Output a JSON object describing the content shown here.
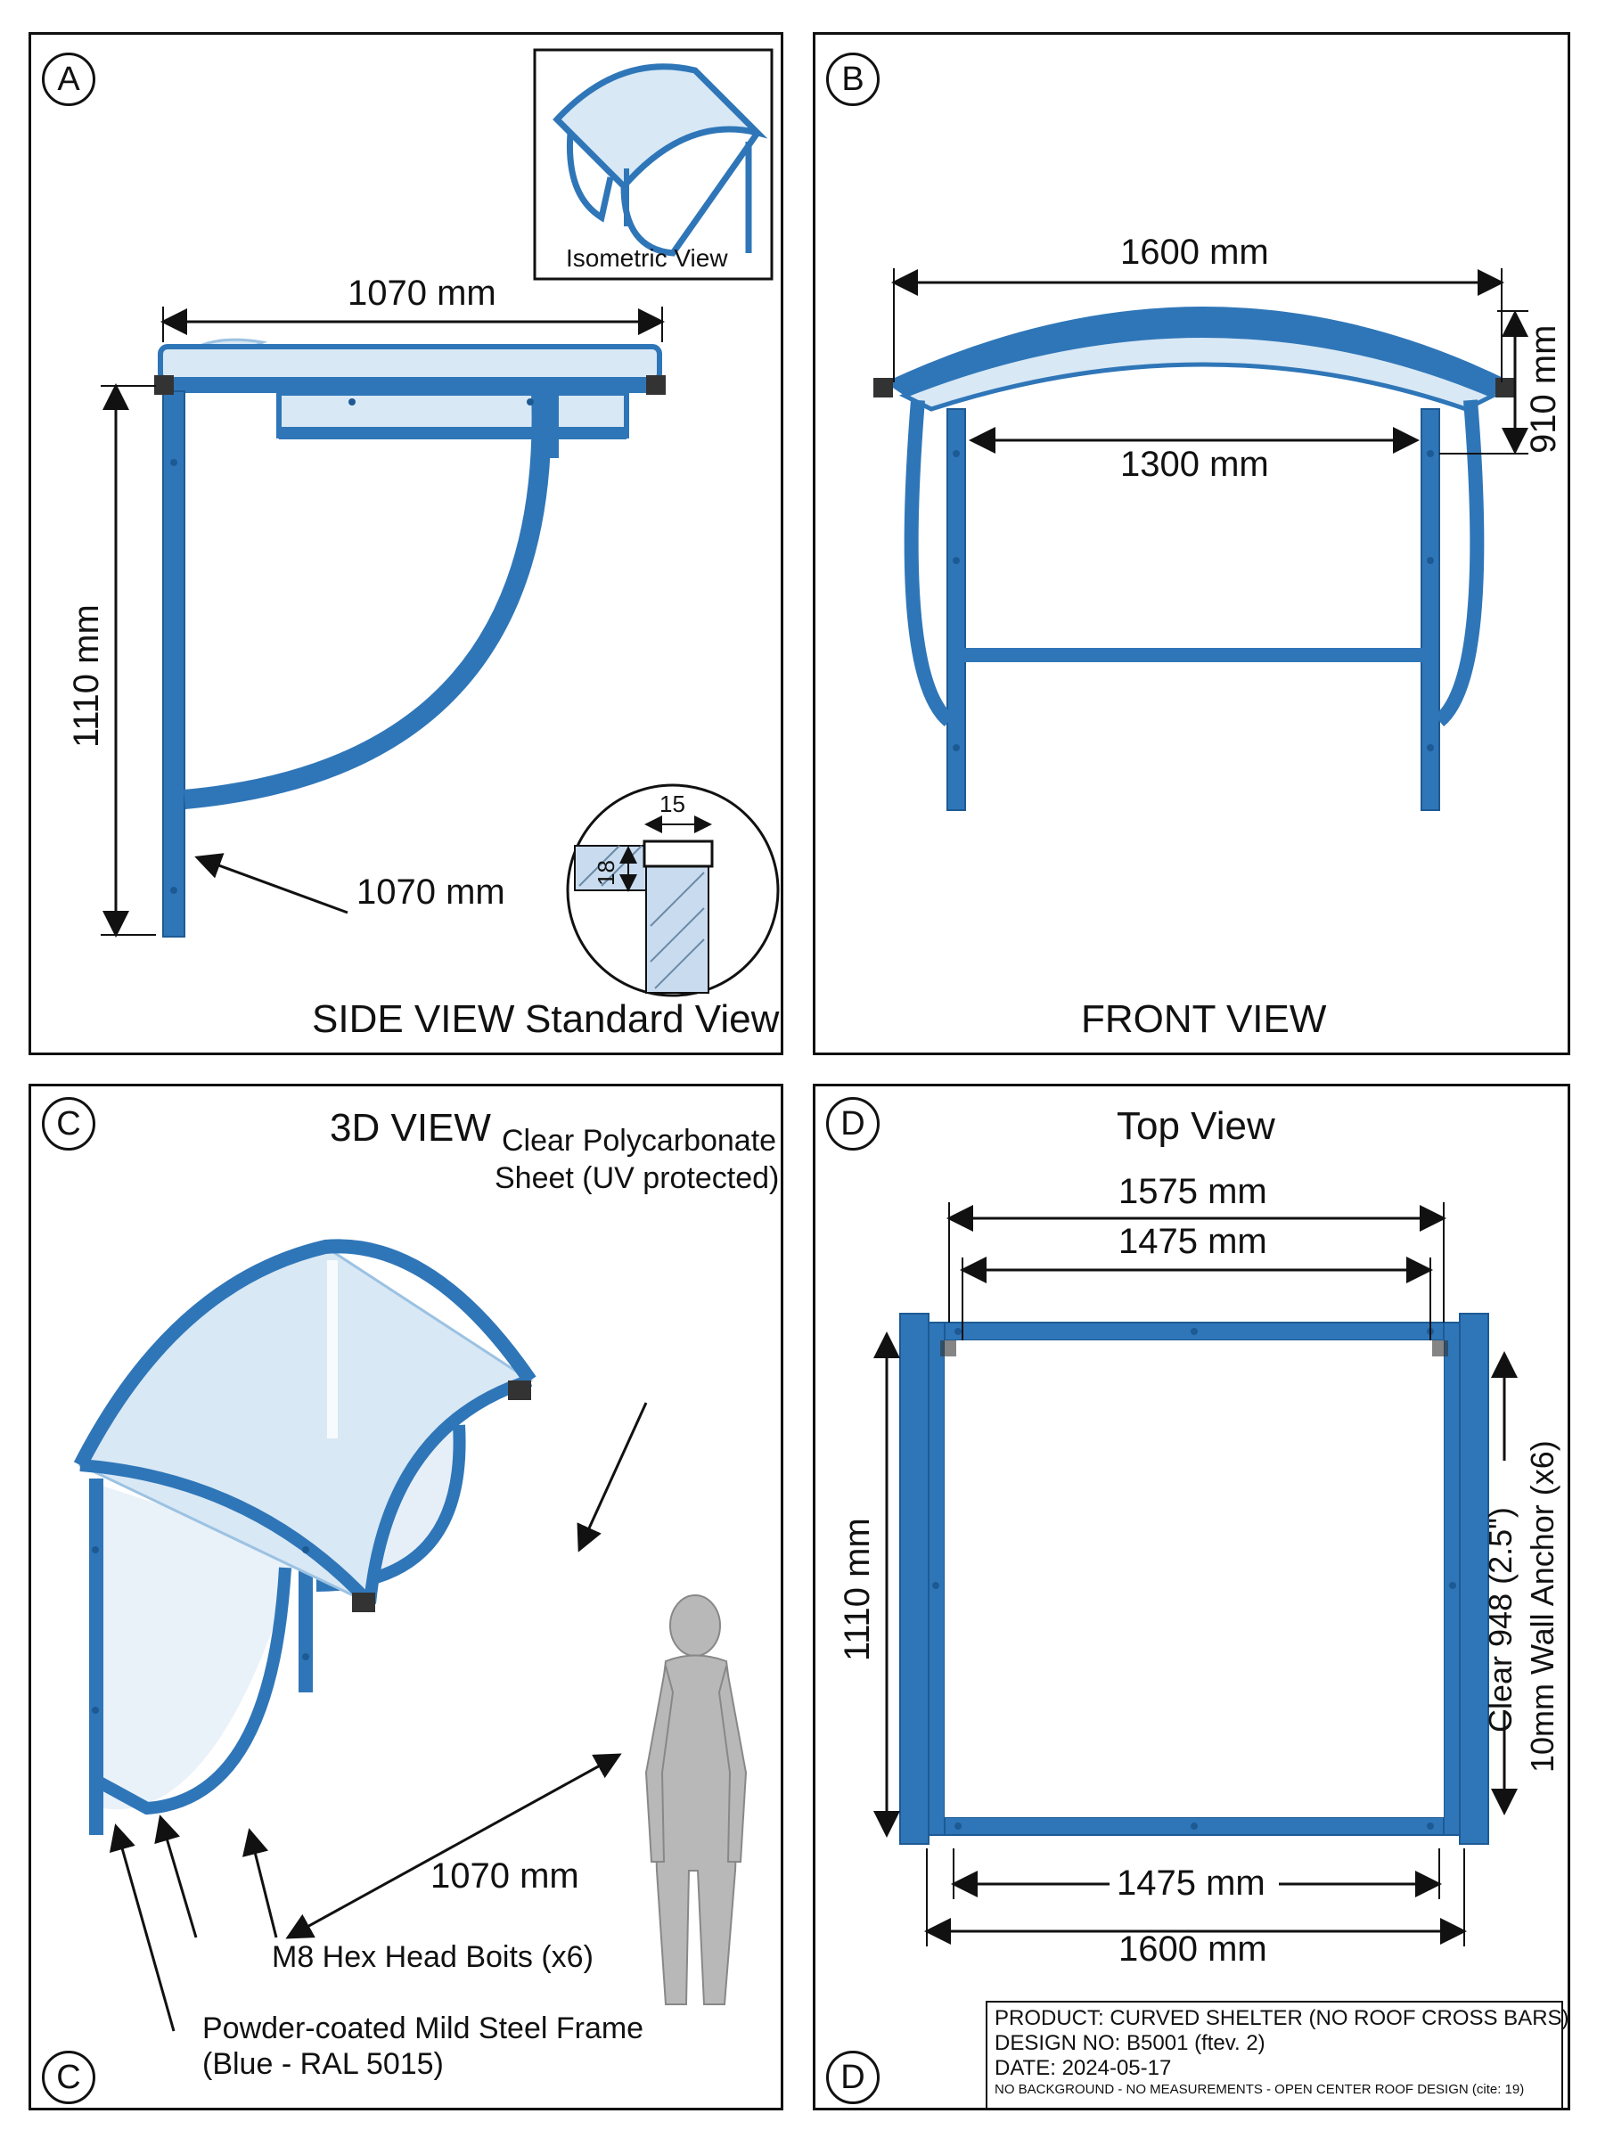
{
  "panels": {
    "a": {
      "badge": "A",
      "inset_caption": "Isometric View",
      "dim_top": "1070 mm",
      "dim_height": "1110 mm",
      "dim_bottom": "1070 mm",
      "detail_dim_w": "15",
      "detail_dim_h": "18",
      "caption_left": "SIDE VIEW",
      "caption_right": "Standard View"
    },
    "b": {
      "badge": "B",
      "dim_width": "1600 mm",
      "dim_inner": "1300 mm",
      "dim_rise": "910 mm",
      "caption": "FRONT VIEW"
    },
    "c": {
      "badge_top": "C",
      "badge_bottom": "C",
      "title": "3D VIEW",
      "note_sheet_line1": "Clear Polycarbonate",
      "note_sheet_line2": "Sheet (UV protected)",
      "dim_depth": "1070 mm",
      "note_bolts": "M8 Hex Head Boits (x6)",
      "note_frame_line1": "Powder-coated Mild Steel Frame",
      "note_frame_line2": "(Blue -  RAL 5015)"
    },
    "d": {
      "badge_top": "D",
      "badge_bottom": "D",
      "title": "Top View",
      "dim_outer_top": "1575 mm",
      "dim_inner_top": "1475 mm",
      "dim_height": "1110 mm",
      "dim_inner_bottom": "1475 mm",
      "dim_outer_bottom": "1600 mm",
      "side_note_line1": "Clear 948 (2.5\")",
      "side_note_line2": "10mm Wall Anchor (x6)"
    }
  },
  "title_block": {
    "product": "PRODUCT: CURVED SHELTER (NO ROOF CROSS BARS)",
    "design_no": "DESIGN NO: B5001 (ftev. 2)",
    "date": "DATE: 2024-05-17",
    "note": "NO BACKGROUND - NO MEASUREMENTS - OPEN CENTER ROOF DESIGN (cite: 19)"
  },
  "colors": {
    "frame_blue": "#2f76b8",
    "frame_dark": "#1d5a94",
    "glass": "#d8e8f5",
    "glass_edge": "#9cc2e2",
    "person": "#b8b8b8",
    "line": "#111111"
  }
}
